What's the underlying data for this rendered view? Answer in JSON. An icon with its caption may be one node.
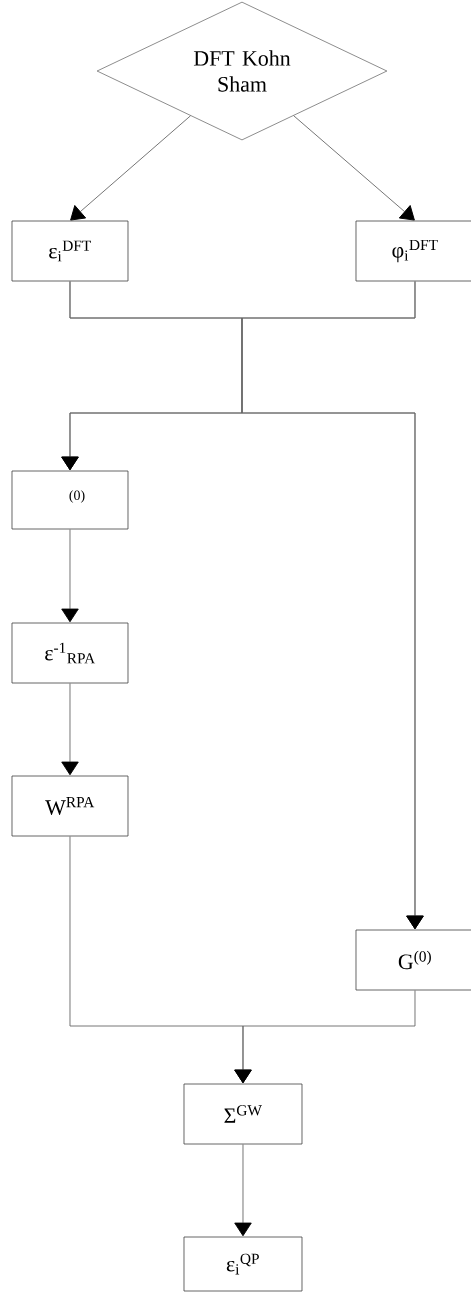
{
  "diagram": {
    "nodes": [
      {
        "text": [
          "DFT Kohn Sham"
        ]
      },
      {
        "text": [
          "ε$_{i}$$^{DFT}$"
        ]
      },
      {
        "text": [
          "φ$_{i}$$^{DFT}$"
        ]
      },
      {
        "text": [
          "(0)"
        ]
      },
      {
        "text": [
          "ε$^{-1}$$_{RPA}$"
        ]
      },
      {
        "text": [
          "W$^{RPA}$"
        ]
      },
      {
        "text": [
          "G$^{(0)}$"
        ]
      },
      {
        "text": [
          "Σ$^{GW}$"
        ]
      },
      {
        "text": [
          "ε$_{i}$$^{QP}$"
        ]
      }
    ],
    "edges": [
      {
        "from": 0,
        "to": 1,
        "arrow": "to"
      },
      {
        "from": 0,
        "to": 2,
        "arrow": "to"
      },
      {
        "from": 1,
        "to": 3,
        "arrow": "to"
      },
      {
        "from": 1,
        "to": 6,
        "arrow": "to"
      },
      {
        "from": 2,
        "to": 3,
        "arrow": "to"
      },
      {
        "from": 2,
        "to": 6,
        "arrow": "to"
      },
      {
        "from": 3,
        "to": 4,
        "arrow": "to"
      },
      {
        "from": 4,
        "to": 5,
        "arrow": "to"
      },
      {
        "from": 5,
        "to": 7,
        "arrow": "to"
      },
      {
        "from": 6,
        "to": 7,
        "arrow": "to"
      },
      {
        "from": 7,
        "to": 8,
        "arrow": "to"
      }
    ]
  }
}
